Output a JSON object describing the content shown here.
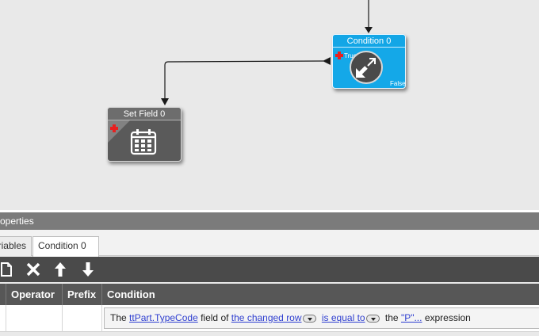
{
  "canvas": {
    "nodes": {
      "condition": {
        "title": "Condition 0",
        "true_label": "True",
        "false_label": "False",
        "color": "#14a8e8",
        "icon": "diagonal-arrows-icon"
      },
      "set_field": {
        "title": "Set Field 0",
        "color": "#5a5a5a",
        "icon": "calendar-icon"
      }
    },
    "add_icon_color": "#e82020"
  },
  "properties_panel": {
    "title": "operties",
    "tabs": [
      {
        "label": "riables",
        "active": false
      },
      {
        "label": "Condition 0",
        "active": true
      }
    ],
    "toolbar": {
      "buttons": [
        "new-document-icon",
        "delete-x-icon",
        "move-up-arrow-icon",
        "move-down-arrow-icon"
      ]
    },
    "grid": {
      "columns": [
        "Operator",
        "Prefix",
        "Condition"
      ],
      "row": {
        "operator": "",
        "prefix": "",
        "condition": {
          "t1": "The",
          "field_link": "ttPart.TypeCode",
          "t2": "field of",
          "row_link": "the changed row",
          "comparison_link": "is equal to",
          "t3": "the",
          "value_link": "\"P\"...",
          "t4": "expression"
        }
      }
    }
  }
}
